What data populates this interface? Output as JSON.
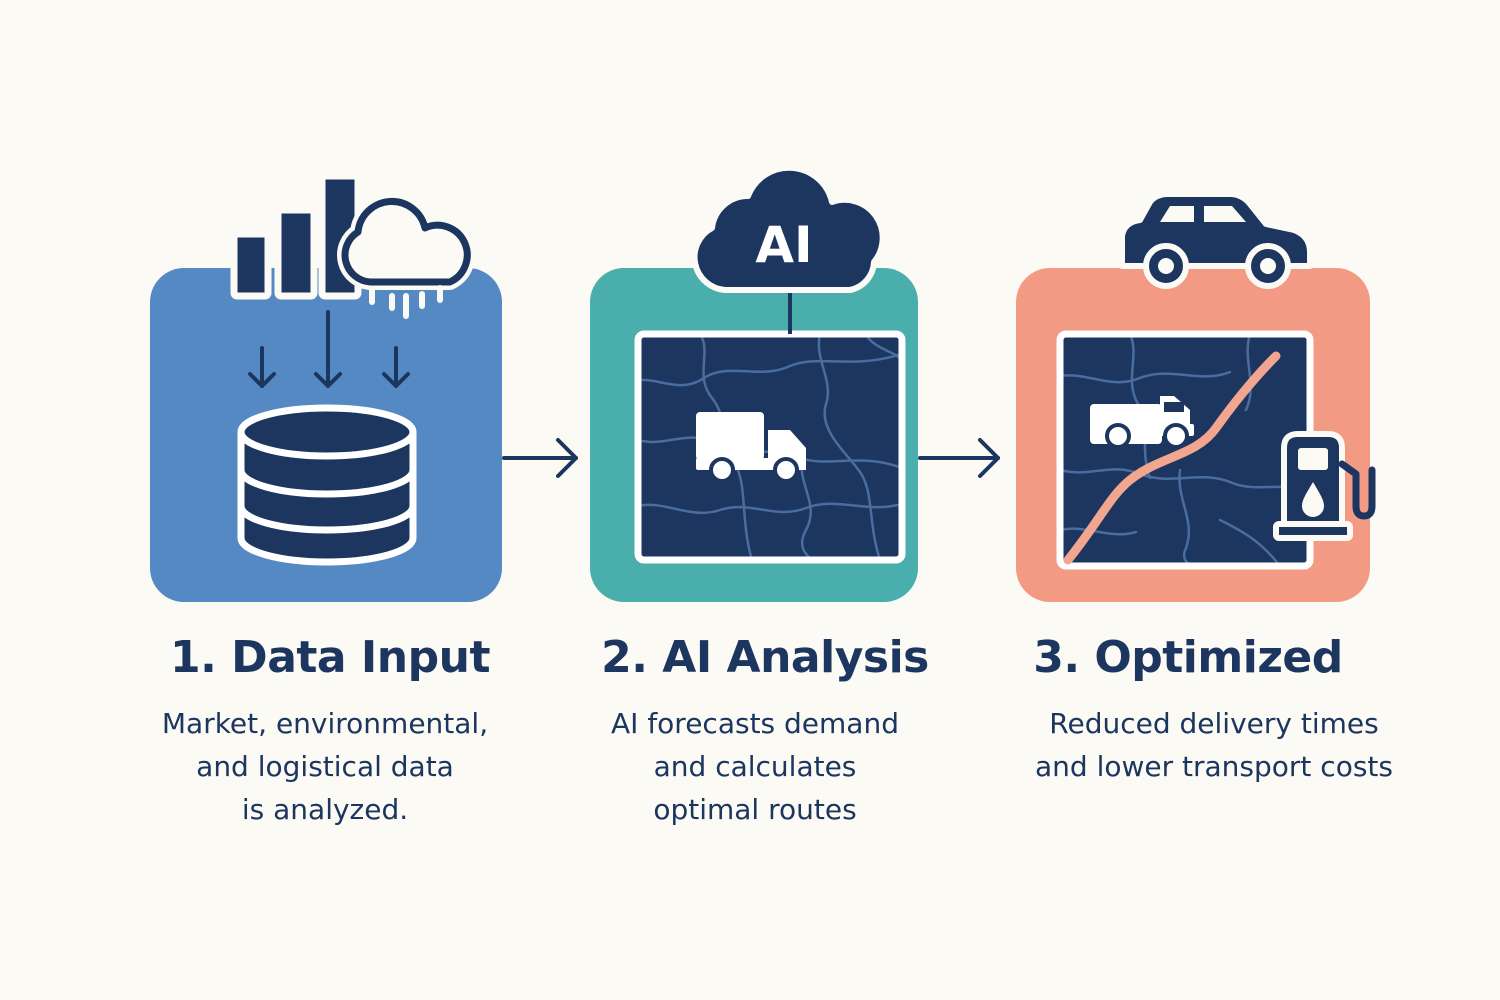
{
  "colors": {
    "background": "#fcfaf4",
    "navy": "#1c3660",
    "step1_panel": "#5589c4",
    "step2_panel": "#4aaeac",
    "step3_panel": "#f29a84",
    "route": "#f2a58f",
    "white": "#ffffff"
  },
  "icons": {
    "step1": [
      "bar-chart-icon",
      "cloud-rain-icon",
      "arrow-down-icon",
      "database-icon"
    ],
    "step2": [
      "ai-cloud-icon",
      "map-icon",
      "truck-icon"
    ],
    "step3": [
      "car-icon",
      "map-icon",
      "truck-icon",
      "route-line-icon",
      "fuel-pump-icon"
    ],
    "connectors": [
      "arrow-right-icon",
      "arrow-right-icon"
    ]
  },
  "steps": [
    {
      "title": "1. Data Input",
      "desc_lines": [
        "Market, environmental,",
        "and logistical data",
        "is analyzed."
      ]
    },
    {
      "title": "2. AI Analysis",
      "cloud_label": "AI",
      "desc_lines": [
        "AI forecasts demand",
        "and calculates",
        "optimal routes"
      ]
    },
    {
      "title": "3. Optimized",
      "desc_lines": [
        "Reduced delivery times",
        "and lower transport costs"
      ]
    }
  ]
}
